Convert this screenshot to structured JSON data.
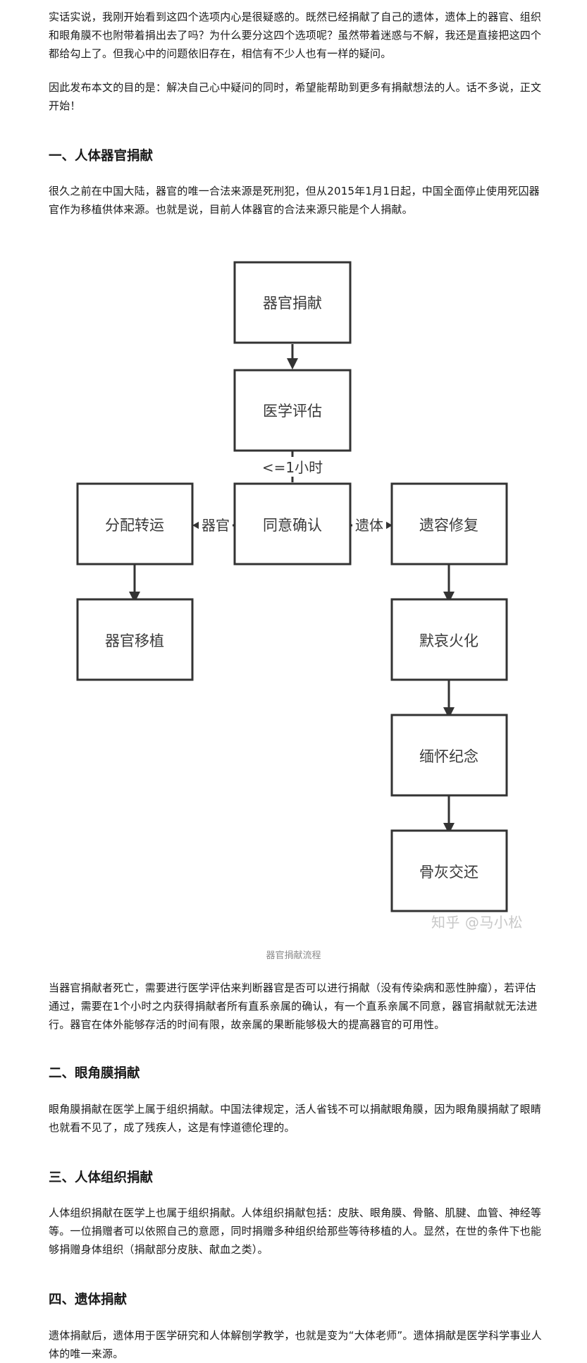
{
  "intro": {
    "p1": "实话实说，我刚开始看到这四个选项内心是很疑惑的。既然已经捐献了自己的遗体，遗体上的器官、组织和眼角膜不也附带着捐出去了吗？为什么要分这四个选项呢？虽然带着迷惑与不解，我还是直接把这四个都给勾上了。但我心中的问题依旧存在，相信有不少人也有一样的疑问。",
    "p2": "因此发布本文的目的是：解决自己心中疑问的同时，希望能帮助到更多有捐献想法的人。话不多说，正文开始！"
  },
  "section1": {
    "heading": "一、人体器官捐献",
    "p1": "很久之前在中国大陆，器官的唯一合法来源是死刑犯，但从2015年1月1日起，中国全面停止使用死囚器官作为移植供体来源。也就是说，目前人体器官的合法来源只能是个人捐献。",
    "p2": "当器官捐献者死亡，需要进行医学评估来判断器官是否可以进行捐献（没有传染病和恶性肿瘤），若评估通过，需要在1个小时之内获得捐献者所有直系亲属的确认，有一个直系亲属不同意，器官捐献就无法进行。器官在体外能够存活的时间有限，故亲属的果断能够极大的提高器官的可用性。"
  },
  "diagram": {
    "nodes": {
      "organ_donation": "器官捐献",
      "medical_eval": "医学评估",
      "consent": "同意确认",
      "allocation": "分配转运",
      "transplant": "器官移植",
      "restoration": "遗容修复",
      "cremation": "默哀火化",
      "memorial": "缅怀纪念",
      "ashes_return": "骨灰交还"
    },
    "edge_labels": {
      "time_limit": "<=1小时",
      "organ": "器官",
      "body": "遗体"
    },
    "watermark": "知乎 @马小松",
    "caption": "器官捐献流程"
  },
  "section2": {
    "heading": "二、眼角膜捐献",
    "p1": "眼角膜捐献在医学上属于组织捐献。中国法律规定，活人省钱不可以捐献眼角膜，因为眼角膜捐献了眼睛也就看不见了，成了残疾人，这是有悖道德伦理的。"
  },
  "section3": {
    "heading": "三、人体组织捐献",
    "p1": "人体组织捐献在医学上也属于组织捐献。人体组织捐献包括：皮肤、眼角膜、骨骼、肌腱、血管、神经等等。一位捐赠者可以依照自己的意愿，同时捐赠多种组织给那些等待移植的人。显然，在世的条件下也能够捐赠身体组织（捐献部分皮肤、献血之类）。"
  },
  "section4": {
    "heading": "四、遗体捐献",
    "p1": "遗体捐献后，遗体用于医学研究和人体解刨学教学，也就是变为“大体老师”。遗体捐献是医学科学事业人体的唯一来源。"
  }
}
